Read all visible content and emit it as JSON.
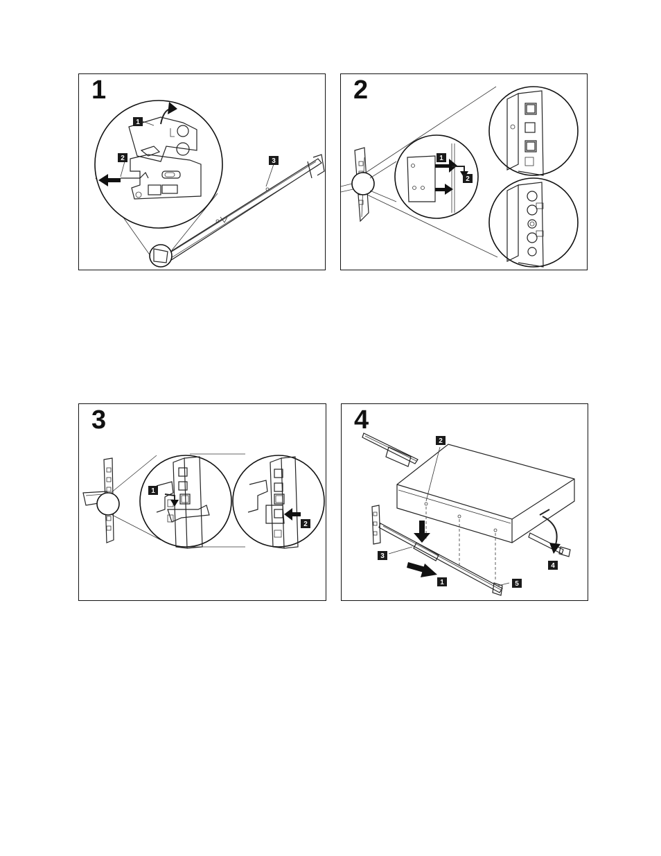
{
  "panels": [
    {
      "step": "1",
      "callouts": [
        "1",
        "2",
        "3"
      ]
    },
    {
      "step": "2",
      "callouts": [
        "1",
        "2"
      ]
    },
    {
      "step": "3",
      "callouts": [
        "1",
        "2"
      ]
    },
    {
      "step": "4",
      "callouts": [
        "1",
        "2",
        "3",
        "4",
        "5"
      ]
    }
  ]
}
